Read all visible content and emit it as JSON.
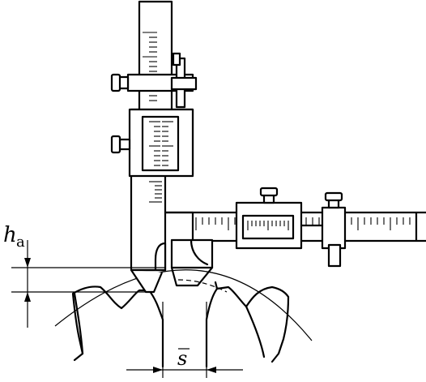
{
  "diagram": {
    "labels": {
      "addendum_symbol": "h",
      "addendum_subscript": "a",
      "chordal_thickness_symbol": "s"
    },
    "colors": {
      "line": "#000000",
      "background": "#ffffff"
    }
  }
}
